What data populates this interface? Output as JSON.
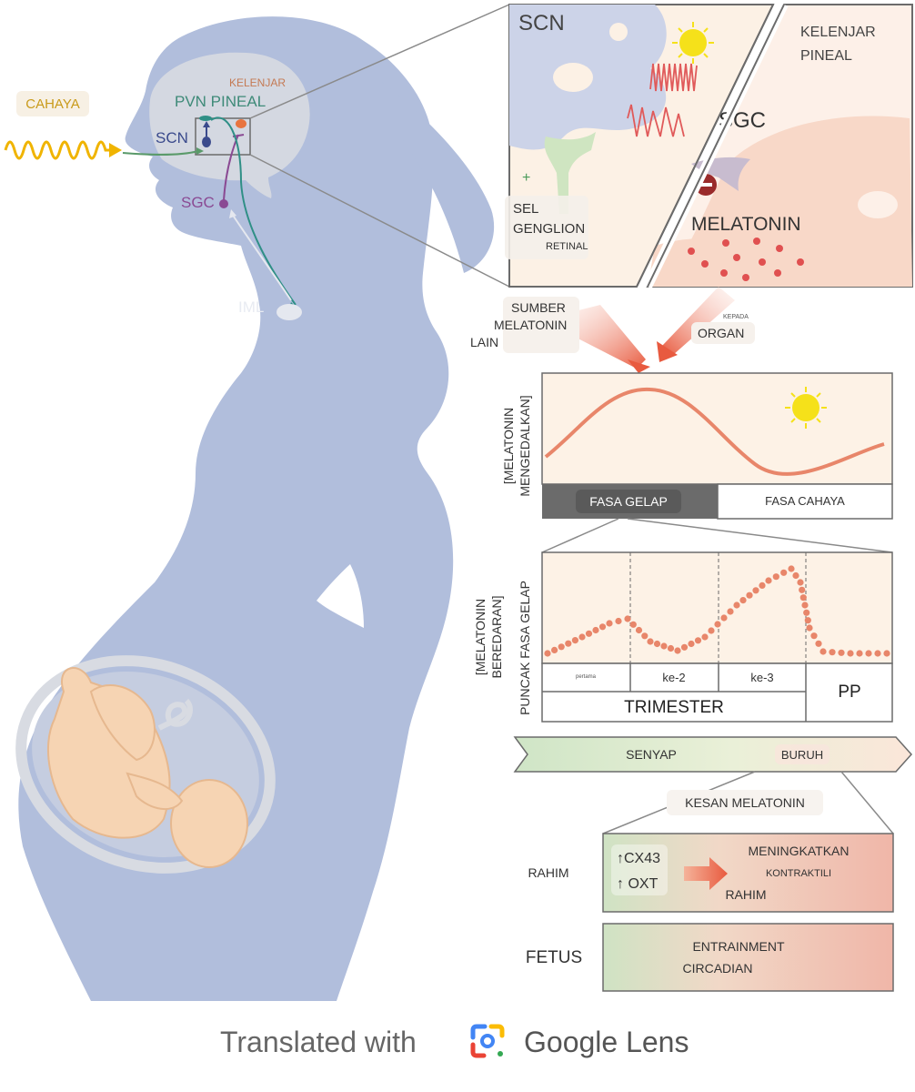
{
  "labels": {
    "light": "CAHAYA",
    "pineal_small": "KELENJAR",
    "pvn_pineal": "PVN PINEAL",
    "scn_head": "SCN",
    "sgc_head": "SGC",
    "iml": "IML",
    "scn_zoom": "SCN",
    "pineal_zoom_line1": "KELENJAR",
    "pineal_zoom_line2": "PINEAL",
    "sgc_zoom": "SGC",
    "ganglion_line1": "SEL",
    "ganglion_line2": "GENGLION",
    "ganglion_line3": "RETINAL",
    "plus_sign": "+",
    "melatonin_zoom": "MELATONIN",
    "other_src_line1": "SUMBER",
    "other_src_line2": "MELATONIN",
    "other_src_line3": "LAIN",
    "to_small": "KEPADA",
    "organ": "ORGAN",
    "rhythm_y_line1": "[MELATONIN",
    "rhythm_y_line2": "MENGEDALKAN]",
    "dark_phase": "FASA GELAP",
    "light_phase": "FASA CAHAYA",
    "circ_y_line1": "[MELATONIN",
    "circ_y_line2": "BEREDARAN]",
    "circ_y_line3": "PUNCAK FASA GELAP",
    "tri_1": "pertama",
    "tri_2": "ke-2",
    "tri_3": "ke-3",
    "trimester": "TRIMESTER",
    "pp": "PP",
    "quiet": "SENYAP",
    "labor": "BURUH",
    "effects": "KESAN MELATONIN",
    "uterus": "RAHIM",
    "cx43": "↑CX43",
    "oxt": "↑ OXT",
    "increase_line1": "MENINGKATKAN",
    "increase_line2": "KONTRAKTILI",
    "increase_line3": "RAHIM",
    "fetus": "FETUS",
    "entrain_line1": "ENTRAINMENT",
    "entrain_line2": "CIRCADIAN",
    "footer_prefix": "Translated with",
    "footer_brand": "Google Lens"
  },
  "icon_names": [
    "sun-icon",
    "moon-icon",
    "minus-icon",
    "google-lens-icon"
  ],
  "colors": {
    "silhouette": "#b1bedc",
    "light_wave": "#f0b400",
    "scn_blue": "#3a4a8c",
    "pvn_green": "#3e8a78",
    "sgc_purple": "#8a4a93",
    "pineal_orange": "#e8743f",
    "melatonin_curve": "#e8866a",
    "dots": "#e8866a",
    "dark_bar": "#6b6b6b",
    "arrow_red": "#e85a3f"
  }
}
